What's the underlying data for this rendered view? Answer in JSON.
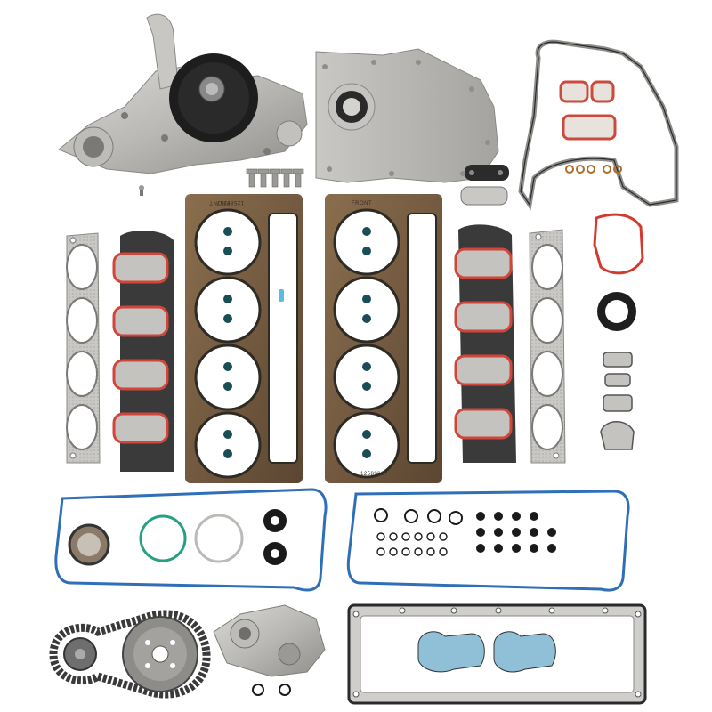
{
  "gasket_set": {
    "head_gasket_left": {
      "front_marking": "FRONT",
      "part_marking": "12589227"
    },
    "head_gasket_right": {
      "front_marking": "FRONT",
      "part_marking": "12589227"
    }
  }
}
